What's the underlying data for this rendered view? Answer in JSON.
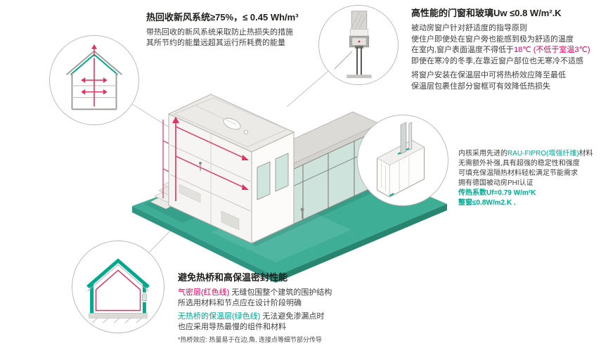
{
  "colors": {
    "teal_accent": "#00a88e",
    "teal_platform": "#3fae97",
    "teal_platform_dark": "#2a8a76",
    "red_accent": "#e3005a",
    "duct_red": "#e0315f",
    "title_text": "#1d1d1b",
    "body_text": "#3e3e3e",
    "outline_gray": "#bdbbb7"
  },
  "ventilation": {
    "title": "热回收新风系统≥75%，≤ 0.45 Wh/m³",
    "line1": "带热回收的新风系统采取防止热损失的措施",
    "line2": "其所节约的能量远超其运行所耗费的能量"
  },
  "windows": {
    "title": "高性能的门窗和玻璃Uw ≤0.8 W/m².K",
    "line1": "被动房窗户针对舒适度的指导原则",
    "line2": "使住户即使处在窗户旁也能感到极为舒适的温度",
    "line3_black": "在室内,窗户表面温度不得低于",
    "line3_red": "18℃ (不低于室温3℃)",
    "line4": "即使在寒冷的冬季,在靠近窗户部位也无寒冷不适感",
    "line5": "将窗户安装在保温层中可将热桥效应降至最低",
    "line6": "保温层包裹住部分窗框可有效降低热损失"
  },
  "profile": {
    "line1_black": "内核采用先进的",
    "line1_green": "RAU-FIPRO(增强纤维)",
    "line1_end": "材料",
    "line2": "无需额外补强,具有超强的稳定性和强度",
    "line3": "可填充保温隔热材料轻松满足节能需求",
    "line4": "拥有德国被动房PHI认证",
    "line5": "传热系数Uf=0.79 W/m²K",
    "line6": "整窗≤0.8W/m2.K ."
  },
  "sealing": {
    "title": "避免热桥和高保温密封性能",
    "line1_red": "气密层(红色线)",
    "line1_rest": " 无缝包围整个建筑的围护结构",
    "line2": "所选用材料和节点应在设计阶段明确",
    "line3_green": "无热桥的保温层(绿色线)",
    "line3_rest": " 无法避免渗漏点时",
    "line4": "也应采用导热最慢的组件和材料",
    "footnote": "*热桥效应: 热量易于在边,角, 连接点等细节部分传导"
  }
}
